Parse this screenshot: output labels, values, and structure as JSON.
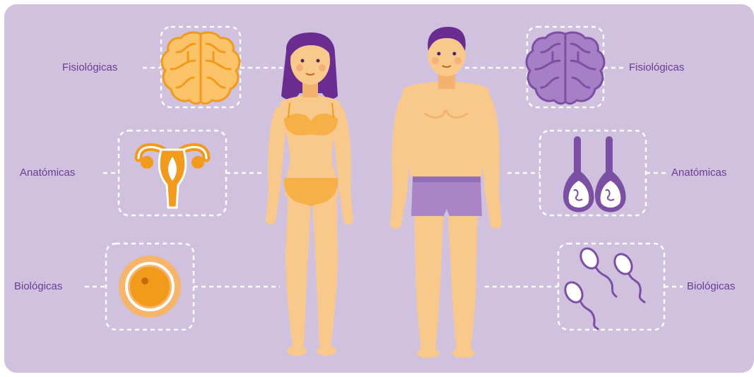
{
  "labels": {
    "female": {
      "physiological": "Fisiológicas",
      "anatomical": "Anatómicas",
      "biological": "Biológicas"
    },
    "male": {
      "physiological": "Fisiológicas",
      "anatomical": "Anatómicas",
      "biological": "Biológicas"
    }
  },
  "colors": {
    "background": "#d0c1df",
    "text": "#6a3d93",
    "female_accent": "#f29a1c",
    "male_accent": "#7b4fa3",
    "skin": "#f9c98b",
    "skin_shadow": "#f2b36e",
    "hair": "#6a2c91",
    "dashed": "#ffffff"
  },
  "icons": {
    "female_physiological": "brain-icon",
    "female_anatomical": "uterus-icon",
    "female_biological": "ovum-icon",
    "male_physiological": "brain-icon",
    "male_anatomical": "testes-icon",
    "male_biological": "sperm-icon"
  }
}
